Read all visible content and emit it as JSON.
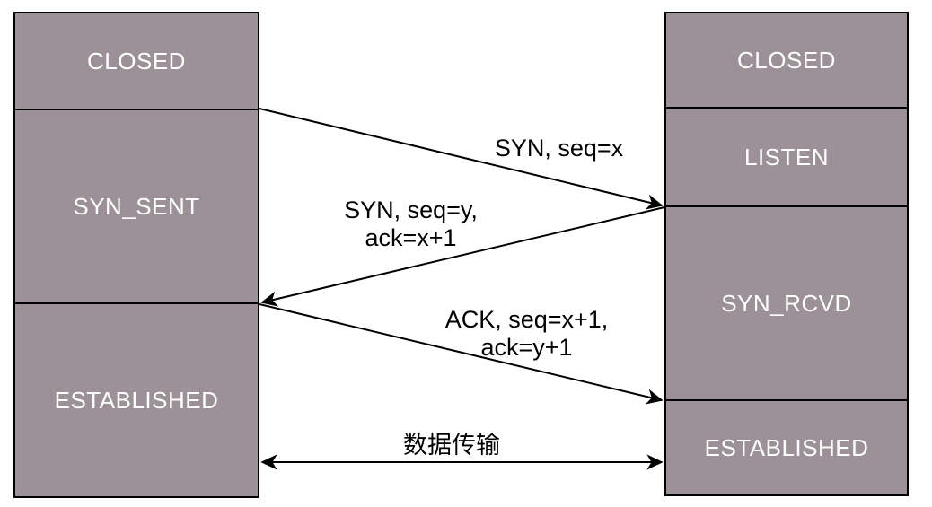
{
  "diagram": {
    "colors": {
      "background": "#ffffff",
      "box_fill": "#9c9197",
      "box_border": "#000000",
      "state_text": "#ffffff",
      "arrow_color": "#000000",
      "label_text": "#000000"
    },
    "client": {
      "states": [
        {
          "label": "CLOSED"
        },
        {
          "label": "SYN_SENT"
        },
        {
          "label": "ESTABLISHED"
        }
      ]
    },
    "server": {
      "states": [
        {
          "label": "CLOSED"
        },
        {
          "label": "LISTEN"
        },
        {
          "label": "SYN_RCVD"
        },
        {
          "label": "ESTABLISHED"
        }
      ]
    },
    "messages": [
      {
        "direction": "left-to-right",
        "lines": [
          "SYN, seq=x"
        ]
      },
      {
        "direction": "right-to-left",
        "lines": [
          "SYN, seq=y,",
          "ack=x+1"
        ]
      },
      {
        "direction": "left-to-right",
        "lines": [
          "ACK, seq=x+1,",
          "ack=y+1"
        ]
      },
      {
        "direction": "bidirectional",
        "lines": [
          "数据传输"
        ]
      }
    ]
  }
}
